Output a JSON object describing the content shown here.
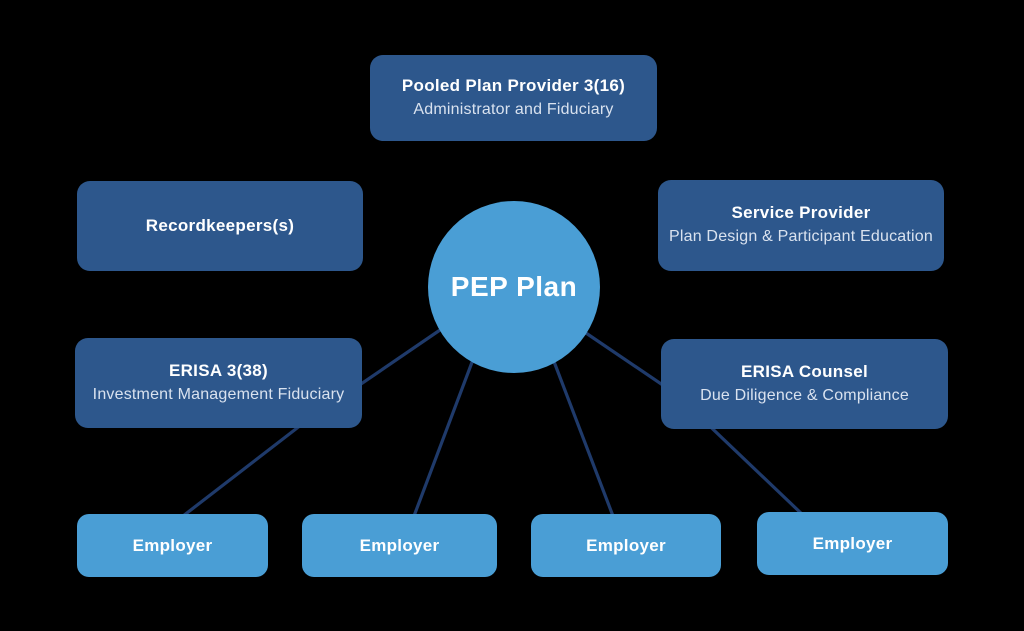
{
  "diagram": {
    "background": "#000000",
    "colors": {
      "dark_box": "#2d578c",
      "light_box": "#4a9ed5",
      "connector_line": "#1f3a6a",
      "title_text": "#ffffff",
      "subtitle_text": "#d9e2ef"
    },
    "center_node": {
      "label": "PEP Plan"
    },
    "nodes": {
      "pooled_plan_provider": {
        "title": "Pooled Plan Provider 3(16)",
        "subtitle": "Administrator and Fiduciary"
      },
      "recordkeepers": {
        "title": "Recordkeepers(s)"
      },
      "service_provider": {
        "title": "Service Provider",
        "subtitle": "Plan Design & Participant Education"
      },
      "erisa_338": {
        "title": "ERISA 3(38)",
        "subtitle": "Investment Management Fiduciary"
      },
      "erisa_counsel": {
        "title": "ERISA Counsel",
        "subtitle": "Due Diligence & Compliance"
      }
    },
    "employers": [
      {
        "label": "Employer"
      },
      {
        "label": "Employer"
      },
      {
        "label": "Employer"
      },
      {
        "label": "Employer"
      }
    ]
  }
}
